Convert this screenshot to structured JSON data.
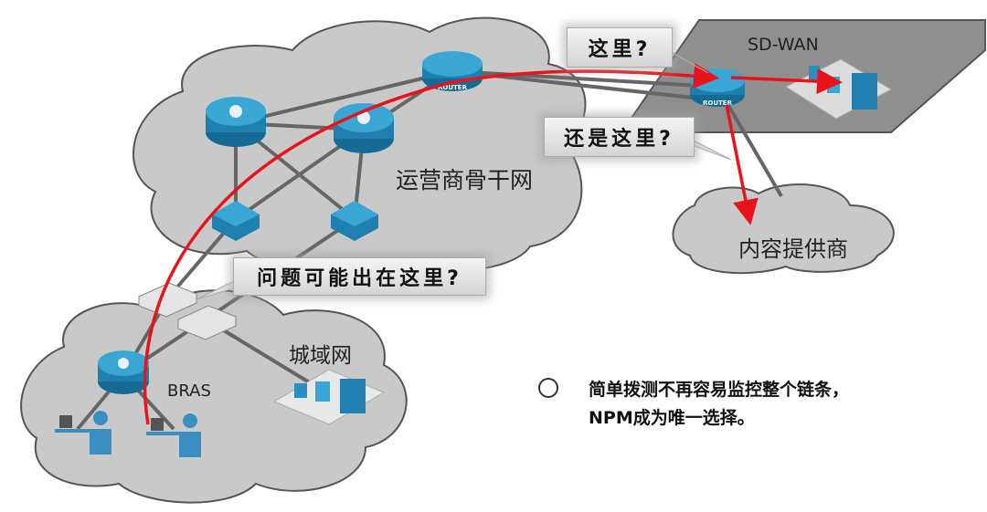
{
  "labels": {
    "backbone": "运营商骨干网",
    "content_provider": "内容提供商",
    "metro": "城域网",
    "bras": "BRAS",
    "sdwan": "SD-WAN",
    "router_text": "ROUTER"
  },
  "callouts": {
    "here": "这里?",
    "or_here": "还是这里?",
    "problem_here": "问题可能出在这里?"
  },
  "note": {
    "line1": "简单拨测不再容易监控整个链条，",
    "line2": "NPM成为唯一选择。"
  },
  "colors": {
    "cloud": "#c9c9c9",
    "sdwan_plane": "#8c8c8c",
    "path": "#e8141b",
    "device": "#1f7fae"
  }
}
